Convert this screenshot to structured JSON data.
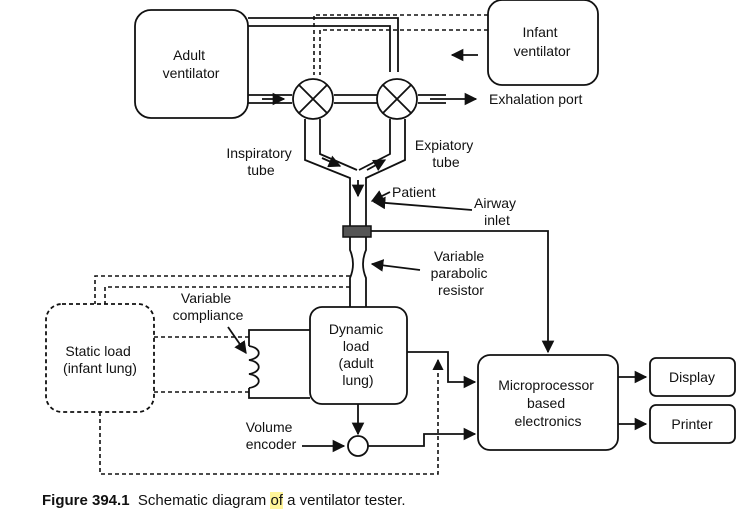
{
  "diagram": {
    "adult_ventilator": [
      "Adult",
      "ventilator"
    ],
    "infant_ventilator": [
      "Infant",
      "ventilator"
    ],
    "exhalation_port": "Exhalation port",
    "inspiratory_tube": [
      "Inspiratory",
      "tube"
    ],
    "expiratory_tube": [
      "Expiatory",
      "tube"
    ],
    "patient": "Patient",
    "airway_inlet": [
      "Airway",
      "inlet"
    ],
    "variable_resistor": [
      "Variable",
      "parabolic",
      "resistor"
    ],
    "variable_compliance": [
      "Variable",
      "compliance"
    ],
    "static_load": [
      "Static load",
      "(infant lung)"
    ],
    "dynamic_load": [
      "Dynamic",
      "load",
      "(adult",
      "lung)"
    ],
    "volume_encoder": [
      "Volume",
      "encoder"
    ],
    "microprocessor": [
      "Microprocessor",
      "based",
      "electronics"
    ],
    "display": "Display",
    "printer": "Printer"
  },
  "caption": {
    "number": "Figure 394.1",
    "text_before": "Schematic diagram",
    "highlight": "of",
    "text_after": "a ventilator tester.",
    "highlight_color": "#fff59a"
  }
}
